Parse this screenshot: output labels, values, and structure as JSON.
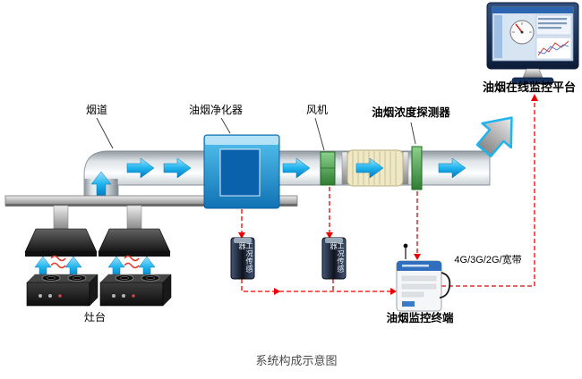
{
  "diagram": {
    "caption": "系统构成示意图",
    "labels": {
      "flue": "烟道",
      "purifier": "油烟净化器",
      "fan": "风机",
      "detector": "油烟浓度探测器",
      "platform": "油烟在线监控平台",
      "sensor_a": "工况传感器",
      "sensor_b": "工况传感器",
      "terminal": "油烟监控终端",
      "stove": "灶台",
      "network": "4G/3G/2G/宽带"
    },
    "colors": {
      "flow_arrow": "#1FB4EE",
      "signal_line": "#EE0000",
      "purifier_blue": "#1E9AD6",
      "component_green": "#2F7D33",
      "duct_metal": "#BCC4C9"
    }
  }
}
